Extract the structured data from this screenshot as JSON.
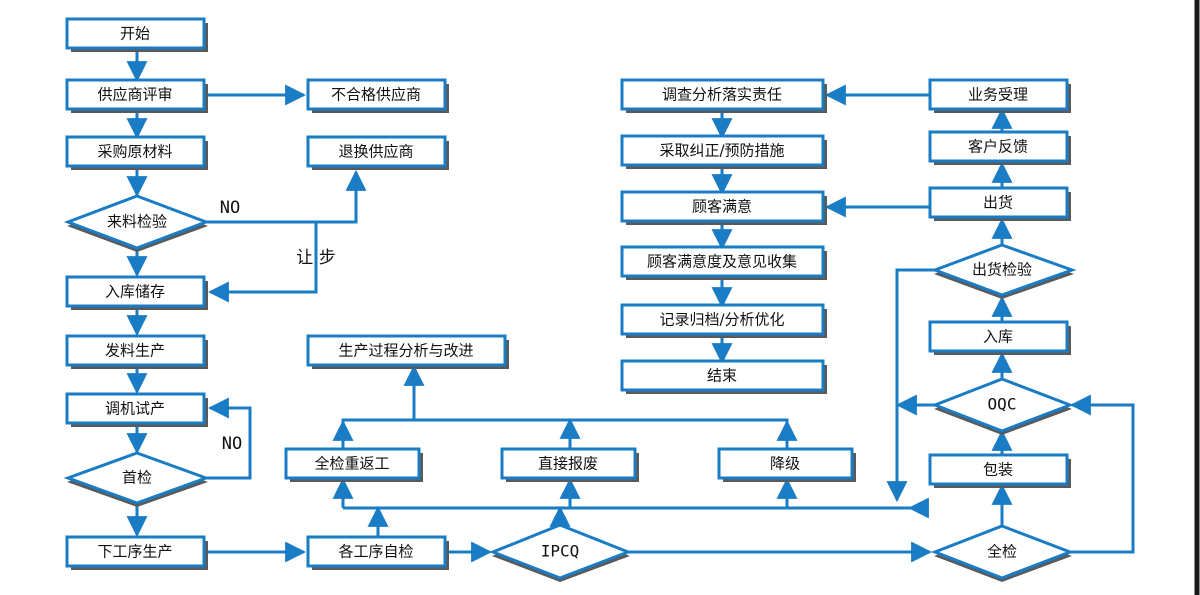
{
  "colors": {
    "border": "#1a7cc4",
    "border_dark": "#0d4f8a",
    "shadow": "#5a5a5a",
    "fill": "#ffffff",
    "frame_right": "#1a1a1a"
  },
  "nodes": {
    "start": "开始",
    "supplier_review": "供应商评审",
    "unqualified_supplier": "不合格供应商",
    "purchase_materials": "采购原材料",
    "return_supplier": "退换供应商",
    "incoming_inspection": "来料检验",
    "warehouse_storage": "入库储存",
    "material_issue": "发料生产",
    "trial_production": "调机试产",
    "first_inspection": "首检",
    "next_process": "下工序生产",
    "self_inspection": "各工序自检",
    "ipcq": "IPCQ",
    "full_inspection": "全检",
    "rework": "全检重返工",
    "scrap": "直接报废",
    "downgrade": "降级",
    "process_improvement": "生产过程分析与改进",
    "packaging": "包装",
    "oqc": "OQC",
    "stock_in": "入库",
    "shipment_inspection": "出货检验",
    "shipment": "出货",
    "customer_feedback": "客户反馈",
    "business_acceptance": "业务受理",
    "investigate": "调查分析落实责任",
    "corrective_action": "采取纠正/预防措施",
    "customer_satisfied": "顾客满意",
    "satisfaction_collection": "顾客满意度及意见收集",
    "record_archive": "记录归档/分析优化",
    "end": "结束"
  },
  "edge_labels": {
    "no_incoming": "NO",
    "concession": "让 步",
    "no_first": "NO"
  }
}
